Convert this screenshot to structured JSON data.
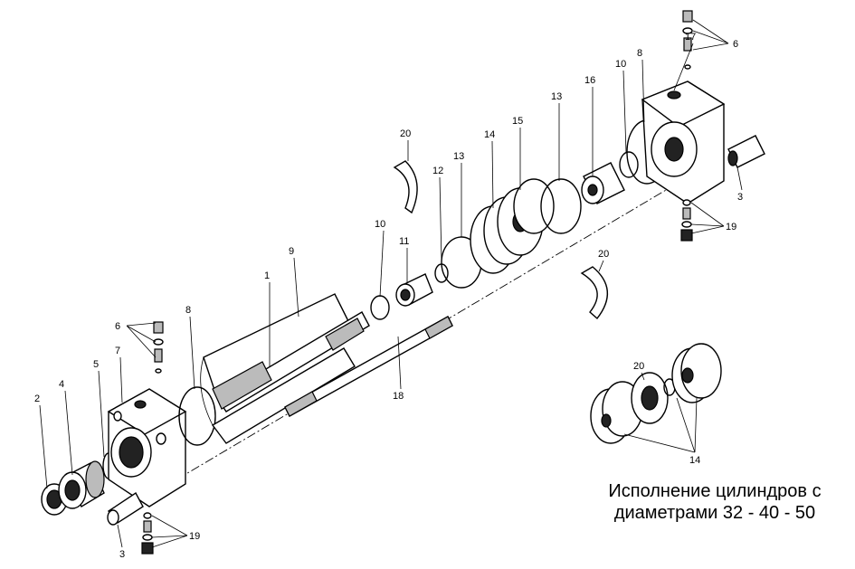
{
  "callouts": {
    "p2": "2",
    "p4": "4",
    "p5": "5",
    "p7": "7",
    "p6a": "6",
    "p6b": "6",
    "p8a": "8",
    "p8b": "8",
    "p3a": "3",
    "p3b": "3",
    "p19a": "19",
    "p19b": "19",
    "p1": "1",
    "p9": "9",
    "p18": "18",
    "p10a": "10",
    "p10b": "10",
    "p11": "11",
    "p12": "12",
    "p13a": "13",
    "p13b": "13",
    "p14a": "14",
    "p14b": "14",
    "p15": "15",
    "p16": "16",
    "p17": "17",
    "p20a": "20",
    "p20b": "20",
    "p20c": "20"
  },
  "caption": {
    "line1": "Исполнение цилиндров с",
    "line2": "диаметрами 32 - 40 - 50"
  }
}
